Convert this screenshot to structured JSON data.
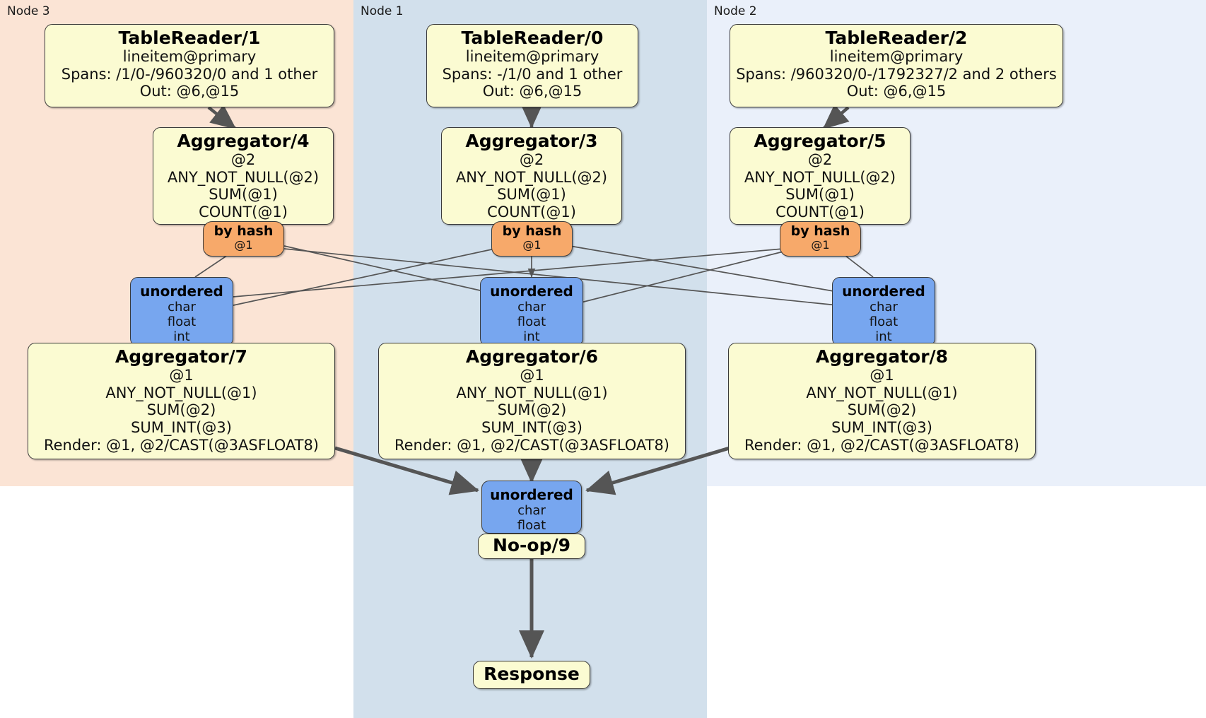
{
  "diagram": {
    "title": "Distributed query plan",
    "colors": {
      "node3_band": "#fbe4d5",
      "node1_band": "#d2e0ec",
      "node2_band": "#eaf0fa",
      "processor": "#fbfbd2",
      "router": "#f7a96a",
      "synchronizer": "#77a6ef",
      "stroke": "#3a3a3a",
      "edge": "#555555"
    },
    "bands": [
      {
        "id": "node3",
        "label": "Node 3"
      },
      {
        "id": "node1",
        "label": "Node 1"
      },
      {
        "id": "node2",
        "label": "Node 2"
      }
    ],
    "nodes": {
      "tablereader_1": {
        "title": "TableReader/1",
        "lines": [
          "lineitem@primary",
          "Spans: /1/0-/960320/0 and 1 other",
          "Out: @6,@15"
        ]
      },
      "tablereader_0": {
        "title": "TableReader/0",
        "lines": [
          "lineitem@primary",
          "Spans: -/1/0 and 1 other",
          "Out: @6,@15"
        ]
      },
      "tablereader_2": {
        "title": "TableReader/2",
        "lines": [
          "lineitem@primary",
          "Spans: /960320/0-/1792327/2 and 2 others",
          "Out: @6,@15"
        ]
      },
      "aggregator_4": {
        "title": "Aggregator/4",
        "lines": [
          "@2",
          "ANY_NOT_NULL(@2)",
          "SUM(@1)",
          "COUNT(@1)"
        ]
      },
      "aggregator_3": {
        "title": "Aggregator/3",
        "lines": [
          "@2",
          "ANY_NOT_NULL(@2)",
          "SUM(@1)",
          "COUNT(@1)"
        ]
      },
      "aggregator_5": {
        "title": "Aggregator/5",
        "lines": [
          "@2",
          "ANY_NOT_NULL(@2)",
          "SUM(@1)",
          "COUNT(@1)"
        ]
      },
      "byhash_left": {
        "title": "by hash",
        "lines": [
          "@1"
        ]
      },
      "byhash_mid": {
        "title": "by hash",
        "lines": [
          "@1"
        ]
      },
      "byhash_right": {
        "title": "by hash",
        "lines": [
          "@1"
        ]
      },
      "unordered_left": {
        "title": "unordered",
        "lines": [
          "char",
          "float",
          "int"
        ]
      },
      "unordered_mid": {
        "title": "unordered",
        "lines": [
          "char",
          "float",
          "int"
        ]
      },
      "unordered_right": {
        "title": "unordered",
        "lines": [
          "char",
          "float",
          "int"
        ]
      },
      "aggregator_7": {
        "title": "Aggregator/7",
        "lines": [
          "@1",
          "ANY_NOT_NULL(@1)",
          "SUM(@2)",
          "SUM_INT(@3)",
          "Render: @1, @2/CAST(@3ASFLOAT8)"
        ]
      },
      "aggregator_6": {
        "title": "Aggregator/6",
        "lines": [
          "@1",
          "ANY_NOT_NULL(@1)",
          "SUM(@2)",
          "SUM_INT(@3)",
          "Render: @1, @2/CAST(@3ASFLOAT8)"
        ]
      },
      "aggregator_8": {
        "title": "Aggregator/8",
        "lines": [
          "@1",
          "ANY_NOT_NULL(@1)",
          "SUM(@2)",
          "SUM_INT(@3)",
          "Render: @1, @2/CAST(@3ASFLOAT8)"
        ]
      },
      "unordered_final": {
        "title": "unordered",
        "lines": [
          "char",
          "float"
        ]
      },
      "noop_9": {
        "title": "No-op/9"
      },
      "response": {
        "title": "Response"
      }
    }
  }
}
